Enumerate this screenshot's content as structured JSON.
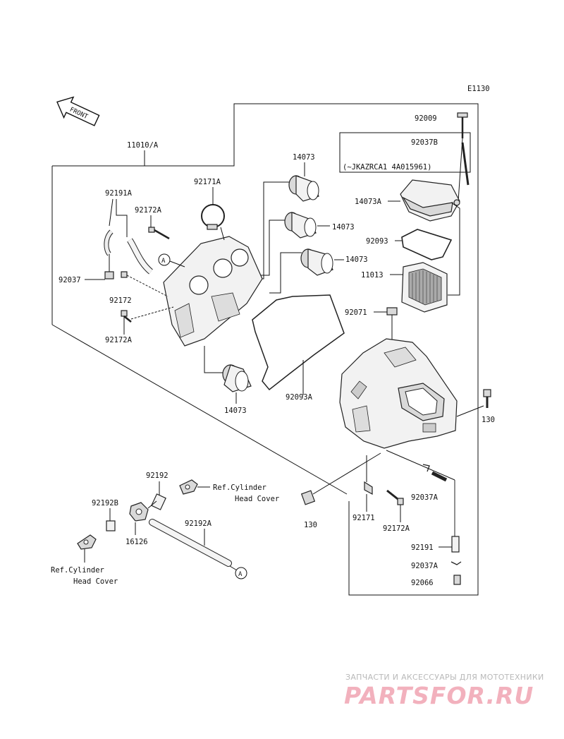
{
  "diagram_code": "E1130",
  "front_label": "FRONT",
  "group_label": "11010/A",
  "serial_note": "(~JKAZRCA1 4A015961)",
  "callout_A": "A",
  "labels": {
    "p92009": "92009",
    "p92037B": "92037B",
    "p14073A": "14073A",
    "p92093": "92093",
    "p11013": "11013",
    "p92071": "92071",
    "p14073_top": "14073",
    "p14073_mid": "14073",
    "p14073_low": "14073",
    "p14073_bottom": "14073",
    "p92171A": "92171A",
    "p92191A": "92191A",
    "p92172A_top": "92172A",
    "p92037": "92037",
    "p92172": "92172",
    "p92172A_low": "92172A",
    "p92093A": "92093A",
    "p130_right": "130",
    "p130_bottom": "130",
    "p92171": "92171",
    "p92172A_bottom": "92172A",
    "p92037A_upper": "92037A",
    "p92191": "92191",
    "p92037A_lower": "92037A",
    "p92066": "92066",
    "p92192": "92192",
    "p92192B": "92192B",
    "p16126": "16126",
    "p92192A": "92192A"
  },
  "references": {
    "ref1_line1": "Ref.Cylinder",
    "ref1_line2": "Head Cover",
    "ref2_line1": "Ref.Cylinder",
    "ref2_line2": "Head Cover"
  },
  "watermark": {
    "tagline": "ЗАПЧАСТИ И АКСЕССУАРЫ ДЛЯ МОТОТЕХНИКИ",
    "logo": "PARTSFOR.RU"
  }
}
